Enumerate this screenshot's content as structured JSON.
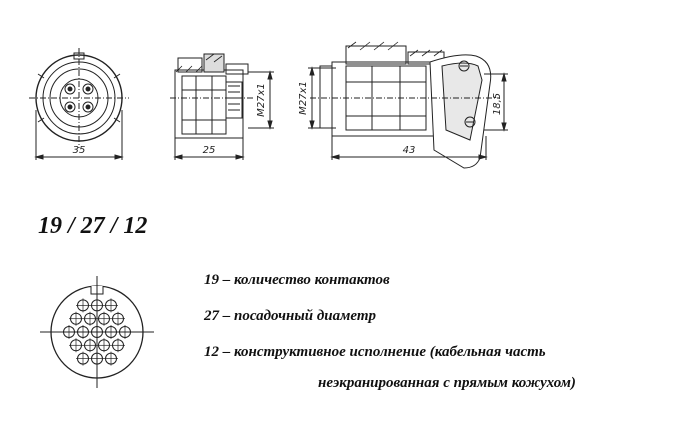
{
  "dimensions": {
    "front_diameter": "35",
    "side_length": "25",
    "side_thread": "M27x1",
    "cable_thread": "M27x1",
    "cable_length": "43",
    "cable_height": "18,5"
  },
  "designation": "19 / 27 / 12",
  "legend": [
    "19 – количество контактов",
    "27 – посадочный диаметр",
    "12 – конструктивное исполнение (кабельная часть",
    "неэкранированная с прямым кожухом)"
  ]
}
